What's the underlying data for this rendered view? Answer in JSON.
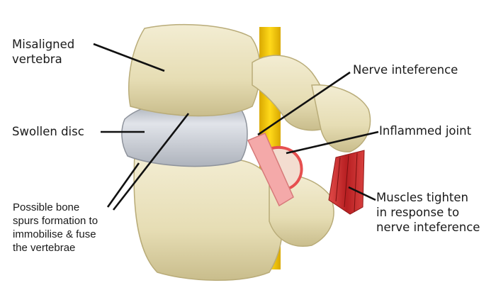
{
  "labels": {
    "misaligned_line1": "Misaligned",
    "misaligned_line2": "vertebra",
    "swollen_disc": "Swollen disc",
    "nerve_interference": "Nerve inteference",
    "inflamed_joint": "Inflammed joint",
    "muscles_line1": "Muscles tighten",
    "muscles_line2": "in response to",
    "muscles_line3": "nerve inteference",
    "spurs_line1": "Possible bone",
    "spurs_line2": "spurs formation to",
    "spurs_line3": "immobilise & fuse",
    "spurs_line4": "the vertebrae"
  },
  "colors": {
    "bone": "#e9e2bf",
    "bone_shadow": "#c9bf91",
    "disc": "#c8ccd4",
    "spinal_cord": "#f2c800",
    "nerve": "#f2a6a6",
    "muscle": "#c8302f",
    "leader_line": "#111111"
  }
}
